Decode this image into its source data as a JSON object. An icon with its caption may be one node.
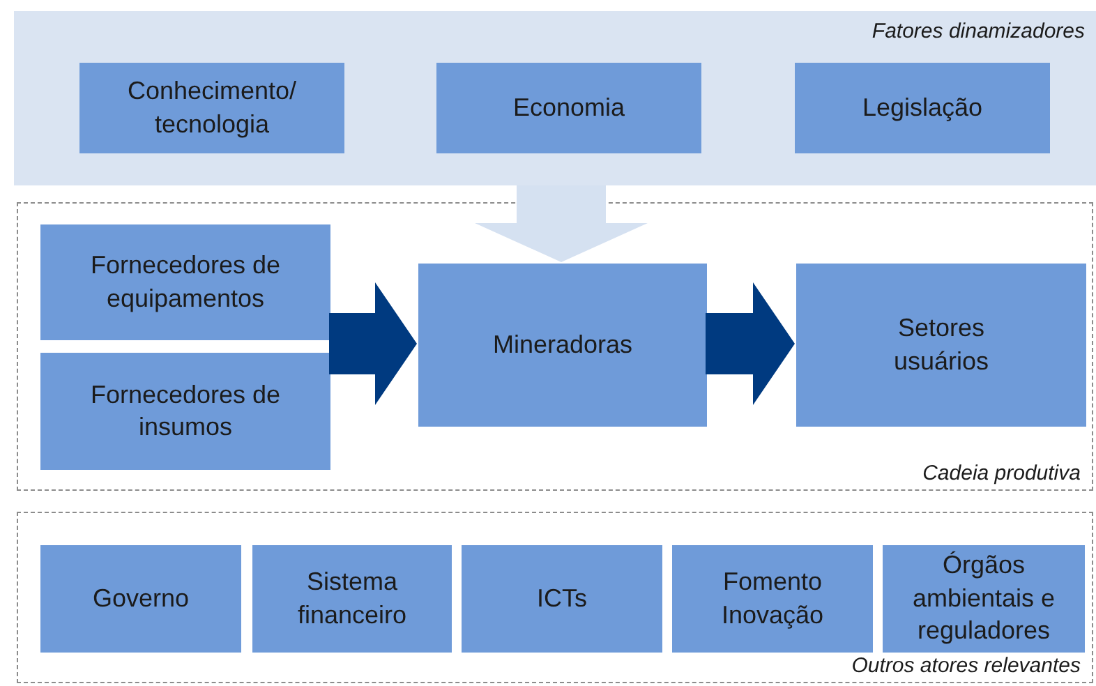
{
  "diagram": {
    "nodes": [
      {
        "text": [
          "Fatores dinamizadores"
        ]
      },
      {
        "text": [
          "Conhecimento/ tecnologia"
        ],
        "in": 0
      },
      {
        "text": [
          "Economia"
        ],
        "in": 0
      },
      {
        "text": [
          "Legislação"
        ],
        "in": 0
      },
      {
        "text": [
          "Cadeia produtiva"
        ]
      },
      {
        "text": [
          "Fornecedores de equipamentos"
        ],
        "in": 4
      },
      {
        "text": [
          "Fornecedores de insumos"
        ],
        "in": 4
      },
      {
        "text": [
          "Mineradoras"
        ],
        "in": 4
      },
      {
        "text": [
          "Setores usuários"
        ],
        "in": 4
      },
      {
        "text": [
          "Outros atores relevantes"
        ]
      },
      {
        "text": [
          "Governo"
        ],
        "in": 9
      },
      {
        "text": [
          "Sistema financeiro"
        ],
        "in": 9
      },
      {
        "text": [
          "ICTs"
        ],
        "in": 9
      },
      {
        "text": [
          "Fomento Inovação"
        ],
        "in": 9
      },
      {
        "text": [
          "Órgãos ambientais e reguladores"
        ],
        "in": 9
      }
    ],
    "edges": [
      {
        "from": 0,
        "to": 7,
        "arrow": "to",
        "color": "#d5e1f1"
      },
      {
        "from": 5,
        "to": 7,
        "arrow": "to"
      },
      {
        "from": 6,
        "to": 7,
        "arrow": "to"
      },
      {
        "from": 7,
        "to": 8,
        "arrow": "to"
      }
    ]
  }
}
